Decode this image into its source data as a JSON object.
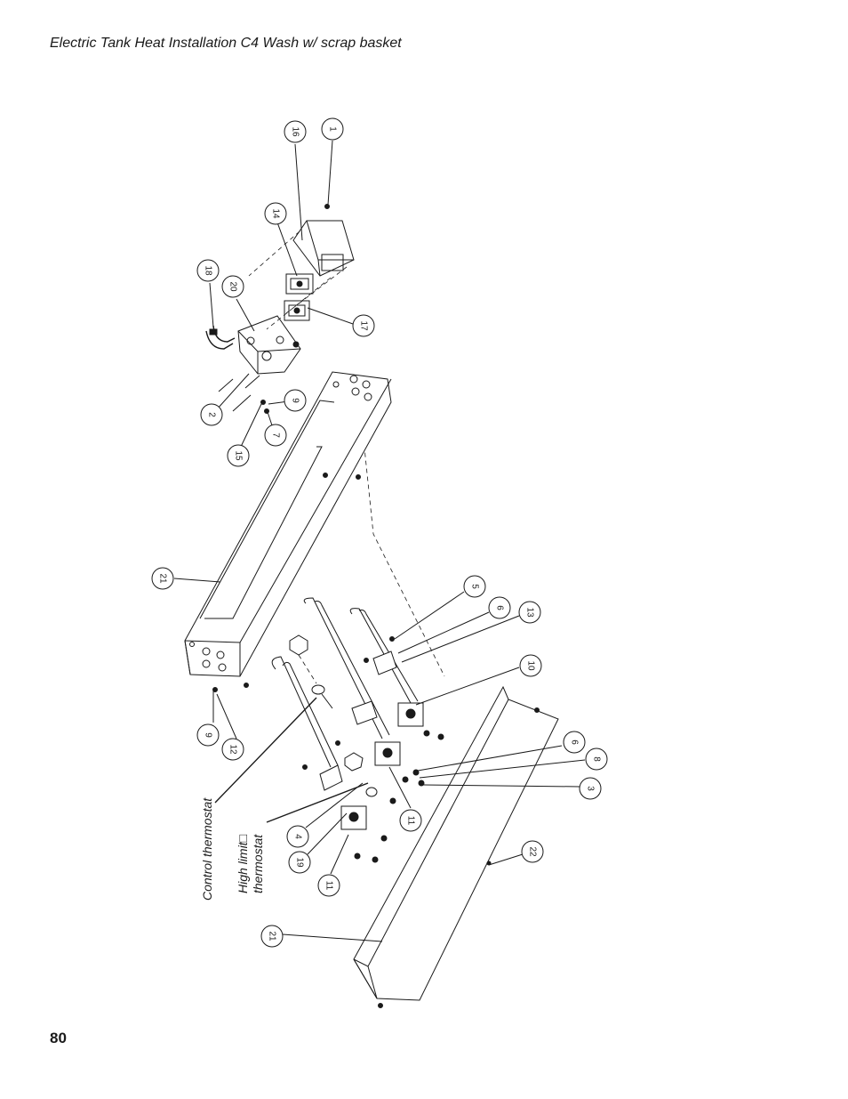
{
  "page": {
    "title": "Electric Tank Heat Installation C4 Wash w/ scrap basket",
    "number": "80"
  },
  "labels": {
    "control_thermostat": "Control thermostat",
    "high_limit_line1": "High limit□",
    "high_limit_line2": "thermostat"
  },
  "callouts": [
    "16",
    "1",
    "14",
    "18",
    "20",
    "17",
    "9",
    "2",
    "7",
    "15",
    "21",
    "5",
    "6",
    "13",
    "10",
    "9",
    "12",
    "6",
    "8",
    "3",
    "11",
    "4",
    "19",
    "11",
    "22",
    "21"
  ]
}
